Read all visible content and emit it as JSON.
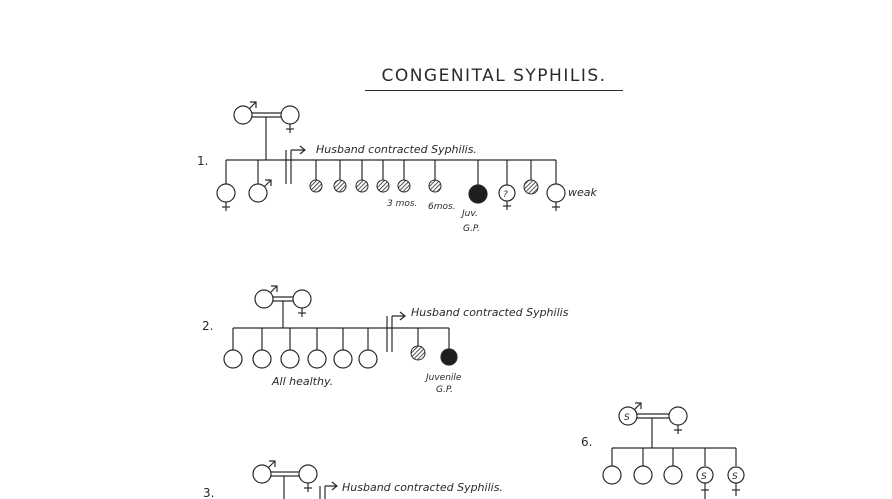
{
  "title": "CONGENITAL SYPHILIS.",
  "pedigrees": {
    "p1": {
      "number": "1.",
      "note": "Husband contracted Syphilis.",
      "age_a": "3 mos.",
      "age_b": "6mos.",
      "juv": "Juv.",
      "gp": "G.P.",
      "question": "?",
      "weak": "weak"
    },
    "p2": {
      "number": "2.",
      "note": "Husband contracted Syphilis",
      "healthy": "All healthy.",
      "juvenile": "Juvenile",
      "gp": "G.P."
    },
    "p3": {
      "number": "3.",
      "note": "Husband contracted Syphilis."
    },
    "p6": {
      "number": "6.",
      "s_symbol": "S"
    }
  }
}
